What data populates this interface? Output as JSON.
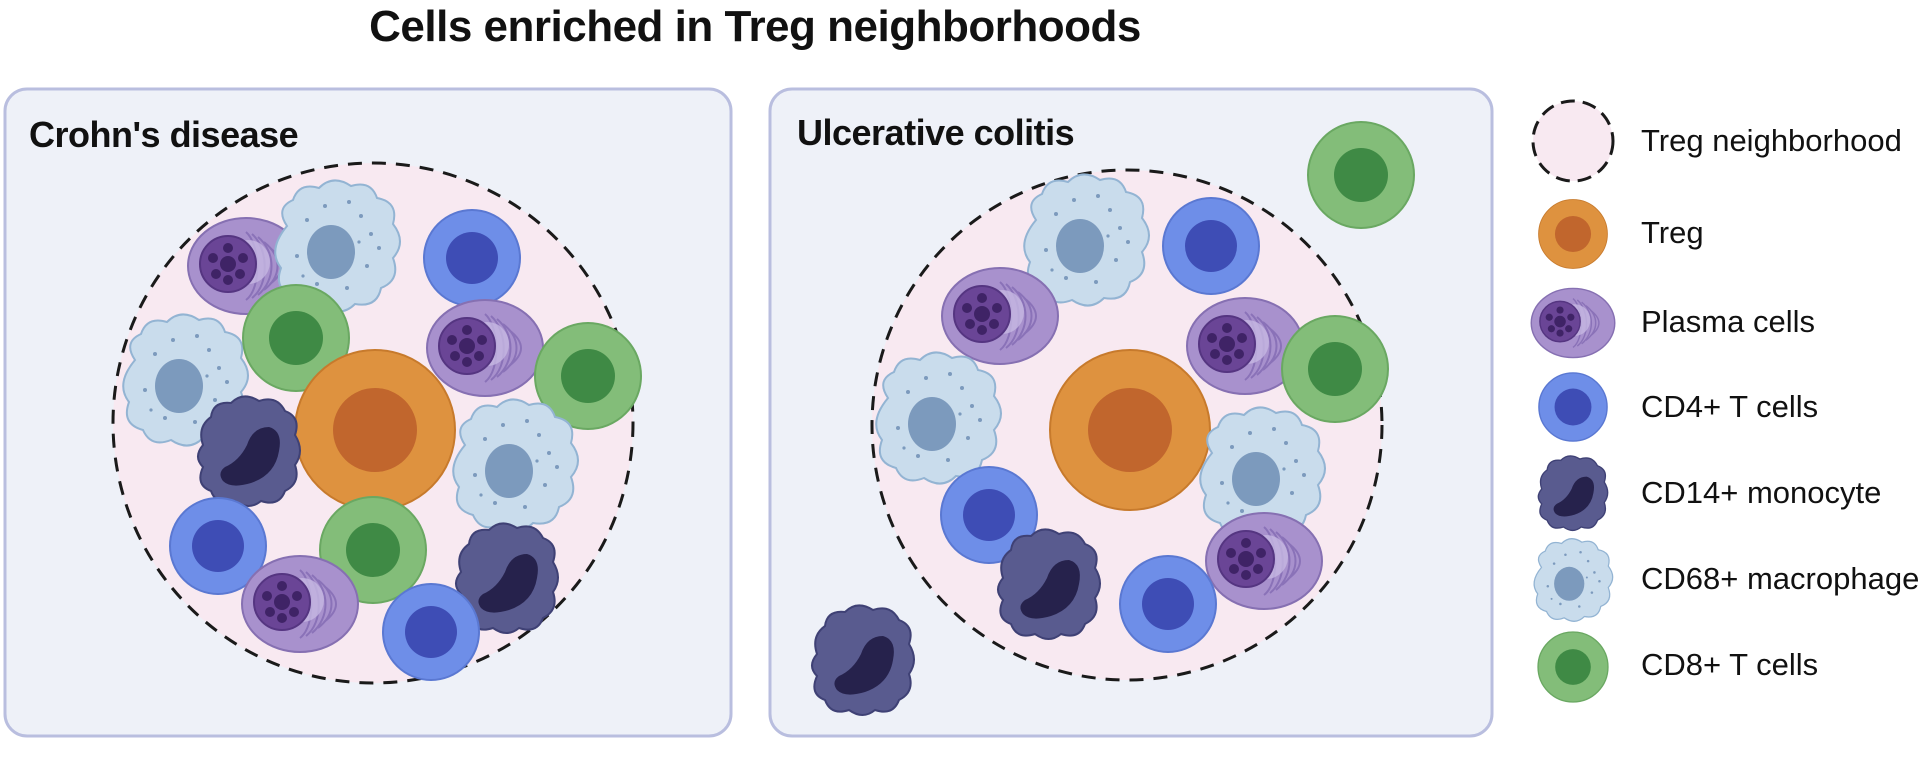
{
  "title": "Cells enriched in Treg neighborhoods",
  "panels": [
    {
      "label": "Crohn's disease"
    },
    {
      "label": "Ulcerative colitis"
    }
  ],
  "legend": [
    {
      "label": "Treg neighborhood",
      "icon": "treg-neighborhood-icon"
    },
    {
      "label": "Treg",
      "icon": "treg-cell-icon"
    },
    {
      "label": "Plasma cells",
      "icon": "plasma-cell-icon"
    },
    {
      "label": "CD4+ T cells",
      "icon": "cd4-t-cell-icon"
    },
    {
      "label": "CD14+ monocyte",
      "icon": "cd14-monocyte-icon"
    },
    {
      "label": "CD68+ macrophage",
      "icon": "cd68-macrophage-icon"
    },
    {
      "label": "CD8+ T cells",
      "icon": "cd8-t-cell-icon"
    }
  ],
  "colors": {
    "panel_fill": "#eef1f8",
    "panel_border": "#b9bedf",
    "neighborhood_fill": "#f8e9f1",
    "treg_outer": "#de923f",
    "treg_inner": "#c1662d",
    "plasma_outer": "#a891cd",
    "plasma_nucleus": "#6a4596",
    "cd4_outer": "#6e8ee8",
    "cd4_inner": "#3e4db5",
    "cd8_outer": "#83bd79",
    "cd8_inner": "#3f8a45",
    "monocyte_outer": "#595b8f",
    "monocyte_inner": "#26224c",
    "macrophage_outer": "#c9dcec",
    "macrophage_nucleus": "#7c9abd"
  }
}
